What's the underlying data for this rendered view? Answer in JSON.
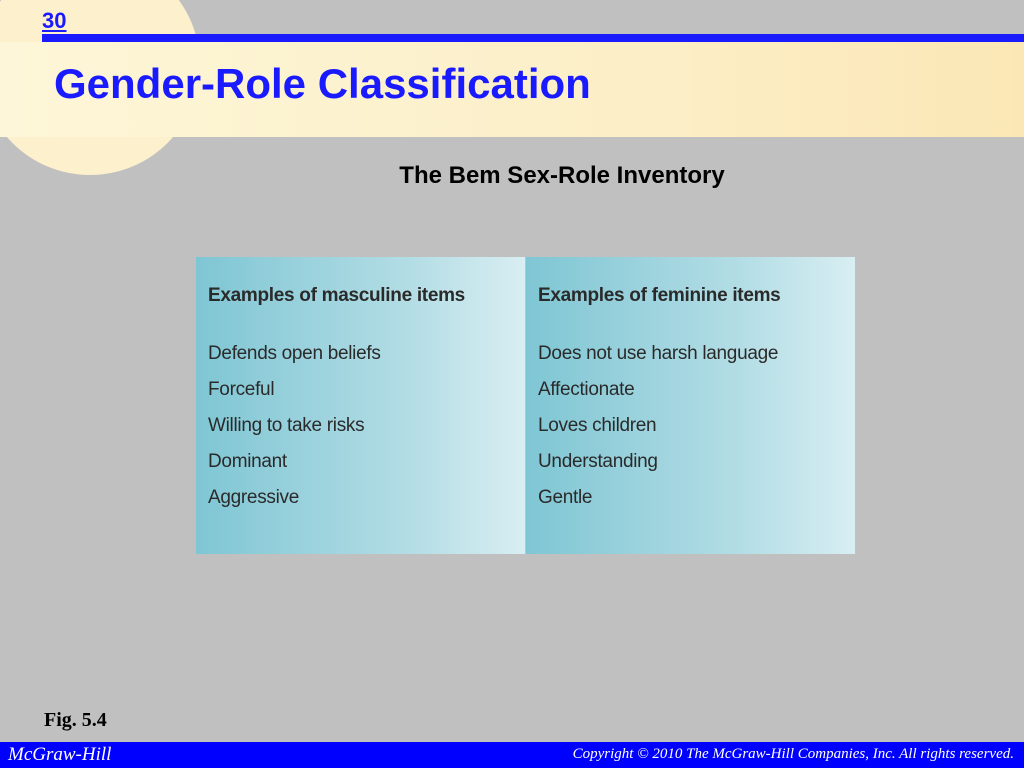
{
  "slide": {
    "number": "30",
    "title": "Gender-Role Classification",
    "subtitle": "The Bem Sex-Role Inventory"
  },
  "figure": {
    "masculine": {
      "header": "Examples of masculine items",
      "items": [
        "Defends open beliefs",
        "Forceful",
        "Willing to take risks",
        "Dominant",
        "Aggressive"
      ]
    },
    "feminine": {
      "header": "Examples of feminine items",
      "items": [
        "Does not use harsh language",
        "Affectionate",
        "Loves children",
        "Understanding",
        "Gentle"
      ]
    },
    "label": "Fig. 5.4"
  },
  "footer": {
    "publisher": "McGraw-Hill",
    "copyright": "Copyright © 2010 The McGraw-Hill Companies, Inc. All rights reserved."
  },
  "colors": {
    "accent": "#1a1aff",
    "footer_bg": "#0000ff",
    "background": "#c0c0c0"
  }
}
